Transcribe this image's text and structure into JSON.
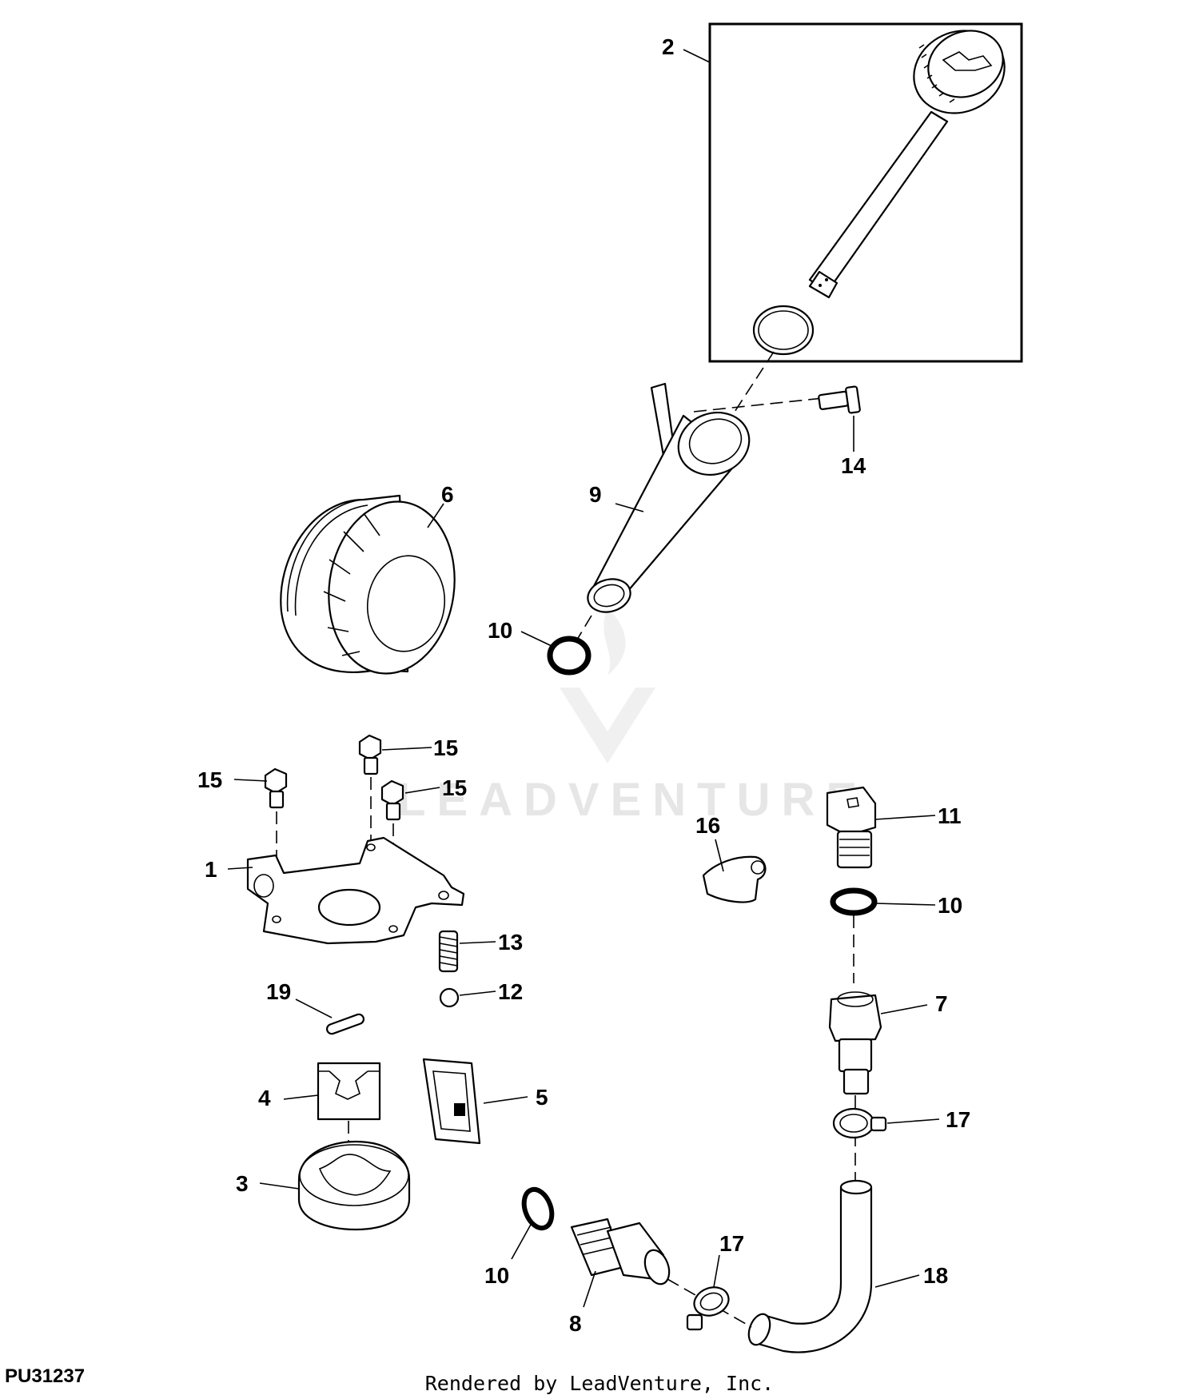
{
  "callouts": {
    "c1": "1",
    "c2": "2",
    "c3": "3",
    "c4": "4",
    "c5": "5",
    "c6": "6",
    "c7": "7",
    "c8": "8",
    "c9": "9",
    "c10a": "10",
    "c10b": "10",
    "c10c": "10",
    "c11": "11",
    "c12": "12",
    "c13": "13",
    "c14": "14",
    "c15a": "15",
    "c15b": "15",
    "c15c": "15",
    "c16": "16",
    "c17a": "17",
    "c17b": "17",
    "c18": "18",
    "c19": "19"
  },
  "watermark": "LEADVENTURE",
  "figure_id": "PU31237",
  "credit": "Rendered by LeadVenture, Inc."
}
